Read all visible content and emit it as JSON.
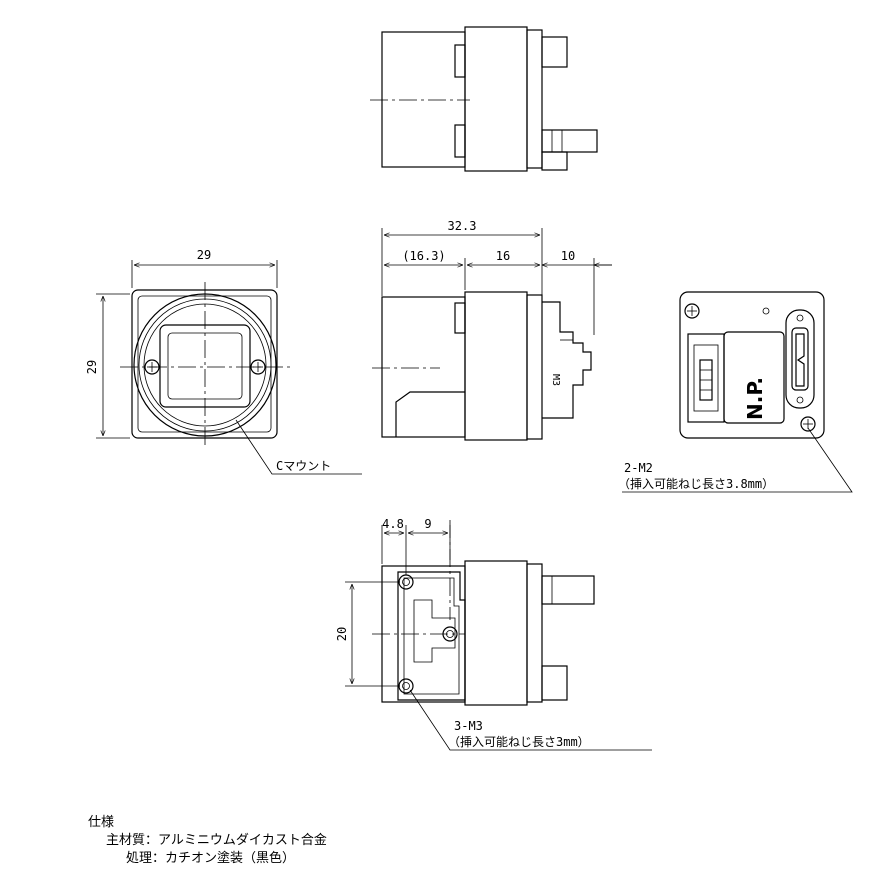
{
  "dimensions": {
    "front_width": "29",
    "front_height": "29",
    "side_total": "32.3",
    "side_body": "(16.3)",
    "side_mid": "16",
    "side_conn": "10",
    "bottom_offset": "4.8",
    "bottom_span": "9",
    "bottom_height": "20"
  },
  "callouts": {
    "c_mount": "Cマウント",
    "rear_thread": "2-M2",
    "rear_thread_note": "（挿入可能ねじ長さ3.8mm）",
    "bottom_thread": "3-M3",
    "bottom_thread_note": "（挿入可能ねじ長さ3mm）",
    "side_label": "M3",
    "rear_badge": "N.P."
  },
  "spec": {
    "heading": "仕様",
    "material": "主材質：アルミニウムダイカスト合金",
    "finish": "処理：カチオン塗装（黒色）"
  }
}
